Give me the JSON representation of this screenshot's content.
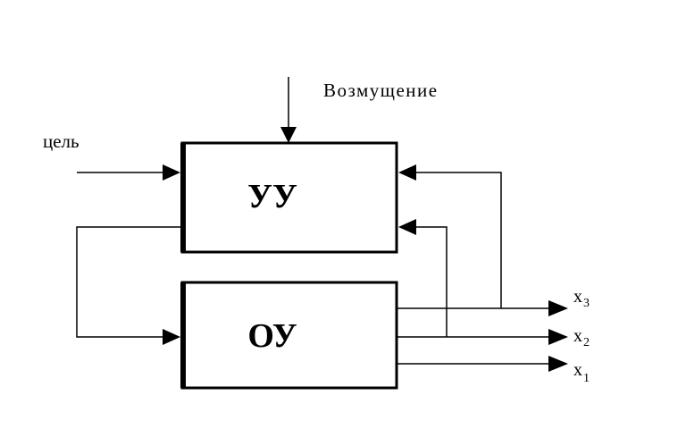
{
  "diagram": {
    "disturbance_label": "Возмущение",
    "goal_label": "цель",
    "control_block_label": "УУ",
    "object_block_label": "ОУ",
    "outputs": [
      {
        "letter": "x",
        "index": "3"
      },
      {
        "letter": "x",
        "index": "2"
      },
      {
        "letter": "x",
        "index": "1"
      }
    ]
  }
}
